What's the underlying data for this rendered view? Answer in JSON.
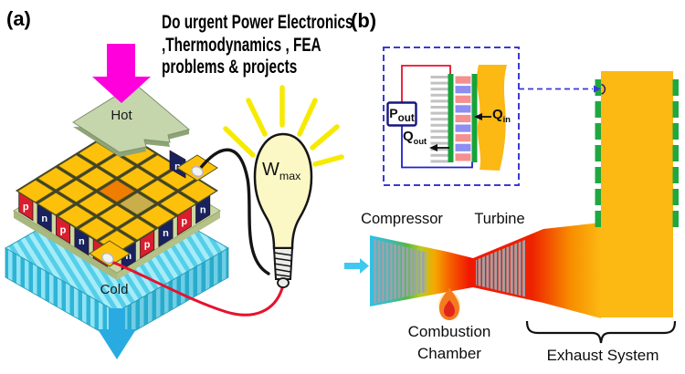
{
  "figure": {
    "panel_a": {
      "label": "(a)",
      "promo_lines": [
        "Do urgent Power Electronics",
        ",Thermodynamics , FEA",
        "problems & projects"
      ],
      "hot_label": "Hot",
      "cold_label": "Cold",
      "bulb_power": {
        "symbol": "W",
        "subscript": "max"
      },
      "leg_letters": {
        "left": [
          "p",
          "n",
          "p",
          "n",
          "p"
        ],
        "right": [
          "n",
          "p",
          "n",
          "p",
          "n"
        ],
        "upper_right": "n"
      }
    },
    "panel_b": {
      "label": "(b)",
      "inset": {
        "p_out": {
          "symbol": "P",
          "subscript": "out"
        },
        "q_out": {
          "symbol": "Q",
          "subscript": "out"
        },
        "q_in": {
          "symbol": "Q",
          "subscript": "in"
        }
      },
      "compressor_label": "Compressor",
      "turbine_label": "Turbine",
      "combustion_lines": [
        "Combustion",
        "Chamber"
      ],
      "exhaust_label": "Exhaust System"
    },
    "colors": {
      "hot_arrow_magenta": "#FF00DD",
      "cold_arrow_cyan": "#29ABE2",
      "tile_gold": "#FDC10B",
      "p_leg_red": "#D91E2E",
      "n_leg_navy": "#19225E",
      "heat_sink_cyan": "#55CFE9",
      "hot_plate_green": "#C5D6AD",
      "exhaust_gold": "#FCB813",
      "teg_strip_green": "#1FA83F",
      "combustion_red": "#EE1200",
      "compressor_inlet_cyan": "#2FC0E8",
      "inset_border_blue": "#3A3AD6",
      "wire_red": "#E8112D",
      "wire_blue": "#2121CC",
      "te_element_pink": "#F59090",
      "te_element_blue": "#8D8DF2",
      "ceramic_plate_green": "#17A338",
      "bulb_ray_yellow": "#F6EA00"
    }
  }
}
